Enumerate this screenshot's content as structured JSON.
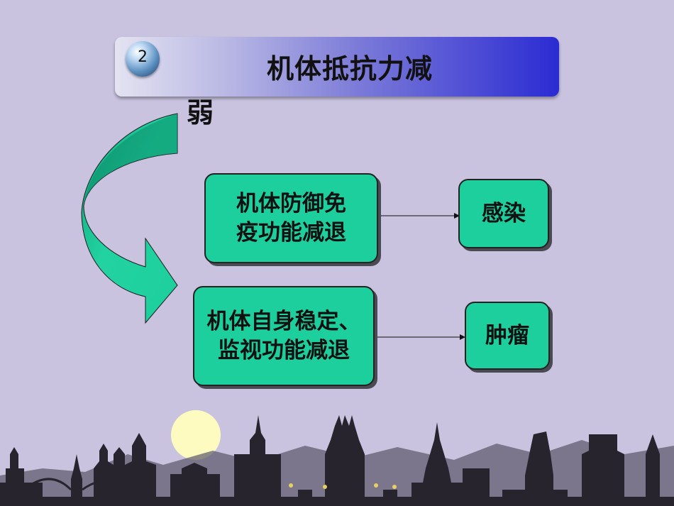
{
  "slide": {
    "number": "2",
    "title_line1": "机体抵抗力减",
    "title_line2": "弱"
  },
  "diagram": {
    "causes": [
      {
        "line1": "机体防御免",
        "line2": "疫功能减退"
      },
      {
        "line1": "机体自身稳定、",
        "line2": "监视功能减退"
      }
    ],
    "effects": [
      "感染",
      "肿瘤"
    ]
  },
  "colors": {
    "background": "#c9c3e0",
    "box_fill": "#1ecf9e",
    "arrow_fill": "#1ecf9e",
    "banner_dark": "#2b2bd3",
    "skyline": "#27242e",
    "moon": "#fdfbc0"
  }
}
